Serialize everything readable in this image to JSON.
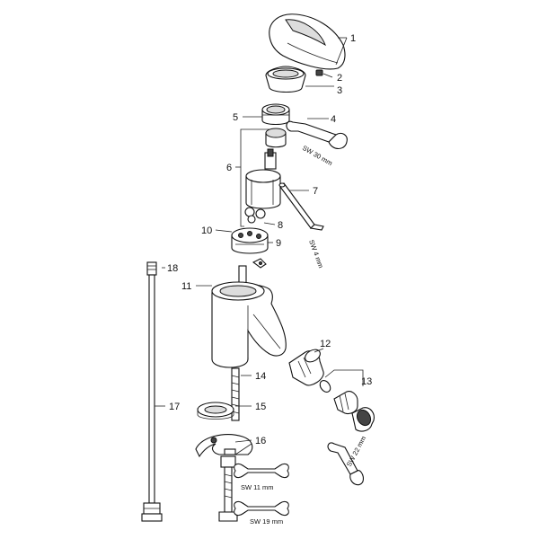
{
  "callouts": {
    "n1": "1",
    "n2": "2",
    "n3": "3",
    "n4": "4",
    "n5": "5",
    "n6": "6",
    "n7": "7",
    "n8": "8",
    "n9": "9",
    "n10": "10",
    "n11": "11",
    "n12": "12",
    "n13": "13",
    "n14": "14",
    "n15": "15",
    "n16": "16",
    "n17": "17",
    "n18": "18"
  },
  "wrenches": {
    "sw30": "SW 30 mm",
    "sw4": "SW 4 mm",
    "sw22": "SW 22 mm",
    "sw11": "SW 11 mm",
    "sw19": "SW 19 mm"
  }
}
